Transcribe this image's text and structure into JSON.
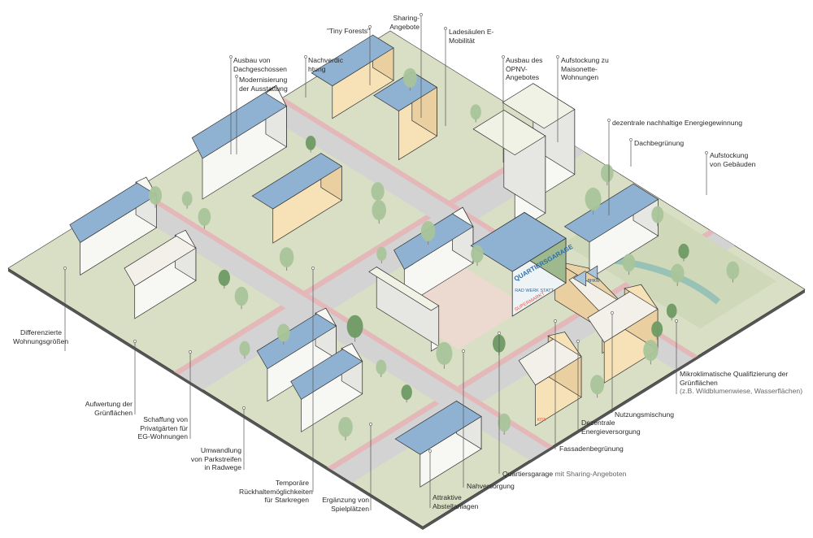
{
  "colors": {
    "ground": "#d9dfc4",
    "road": "#d3d3d3",
    "bikelane": "#e4b8b8",
    "tree": "#a9c49a",
    "tree_dark": "#6f9a64",
    "solar": "#8fb2d2",
    "building_white": "#f7f7f4",
    "building_cream": "#f7e2b8",
    "accent_red": "#e0574a",
    "line": "#222222"
  },
  "signage": {
    "garage": "QUARTIERSGARAGE",
    "workshop": "RAD WERK STATT",
    "supermarket": "SUPERMARKT",
    "chp": "BHKW",
    "kita": "KITA"
  },
  "labels": {
    "tiny_forests": "\"Tiny Forests\"",
    "sharing": "Sharing-Angebote",
    "charging": "Ladesäulen E-Mobilität",
    "oepnv": "Ausbau des ÖPNV-Angebotes",
    "maisonette": "Aufstockung zu Maisonette-Wohnungen",
    "dachgeschoss": "Ausbau von Dachgeschossen",
    "modernisierung": "Modernisierung der Ausstattung",
    "nachverdichtung": "Nachverdichtung",
    "energiegewinnung": "dezentrale nachhaltige Energiegewinnung",
    "dachbegruenung": "Dachbegrünung",
    "aufstockung": "Aufstockung von Gebäuden",
    "wohnungsgroessen": "Differenzierte Wohnungsgrößen",
    "gruenflaechen": "Aufwertung der Grünflächen",
    "privatgaerten": "Schaffung von Privatgärten für EG-Wohnungen",
    "radwege": "Umwandlung von Parkstreifen in Radwege",
    "starkregen": "Temporäre Rückhaltemöglichkeiten für Starkregen",
    "spielplaetze": "Ergänzung von Spielplätzen",
    "abstellanlagen": "Attraktive Abstellanlagen",
    "nahversorgung": "Nahversorgung",
    "quartiersgarage": "Quartiersgarage",
    "quartiersgarage_sub": "mit Sharing-Angeboten",
    "fassaden": "Fassadenbegrünung",
    "energieversorgung": "Dezentrale Energieversorgung",
    "nutzungsmischung": "Nutzungsmischung",
    "mikroklima": "Mikroklimatische Qualifizierung der Grünflächen",
    "mikroklima_sub": "(z.B. Wildblumenwiese, Wasserflächen)"
  }
}
